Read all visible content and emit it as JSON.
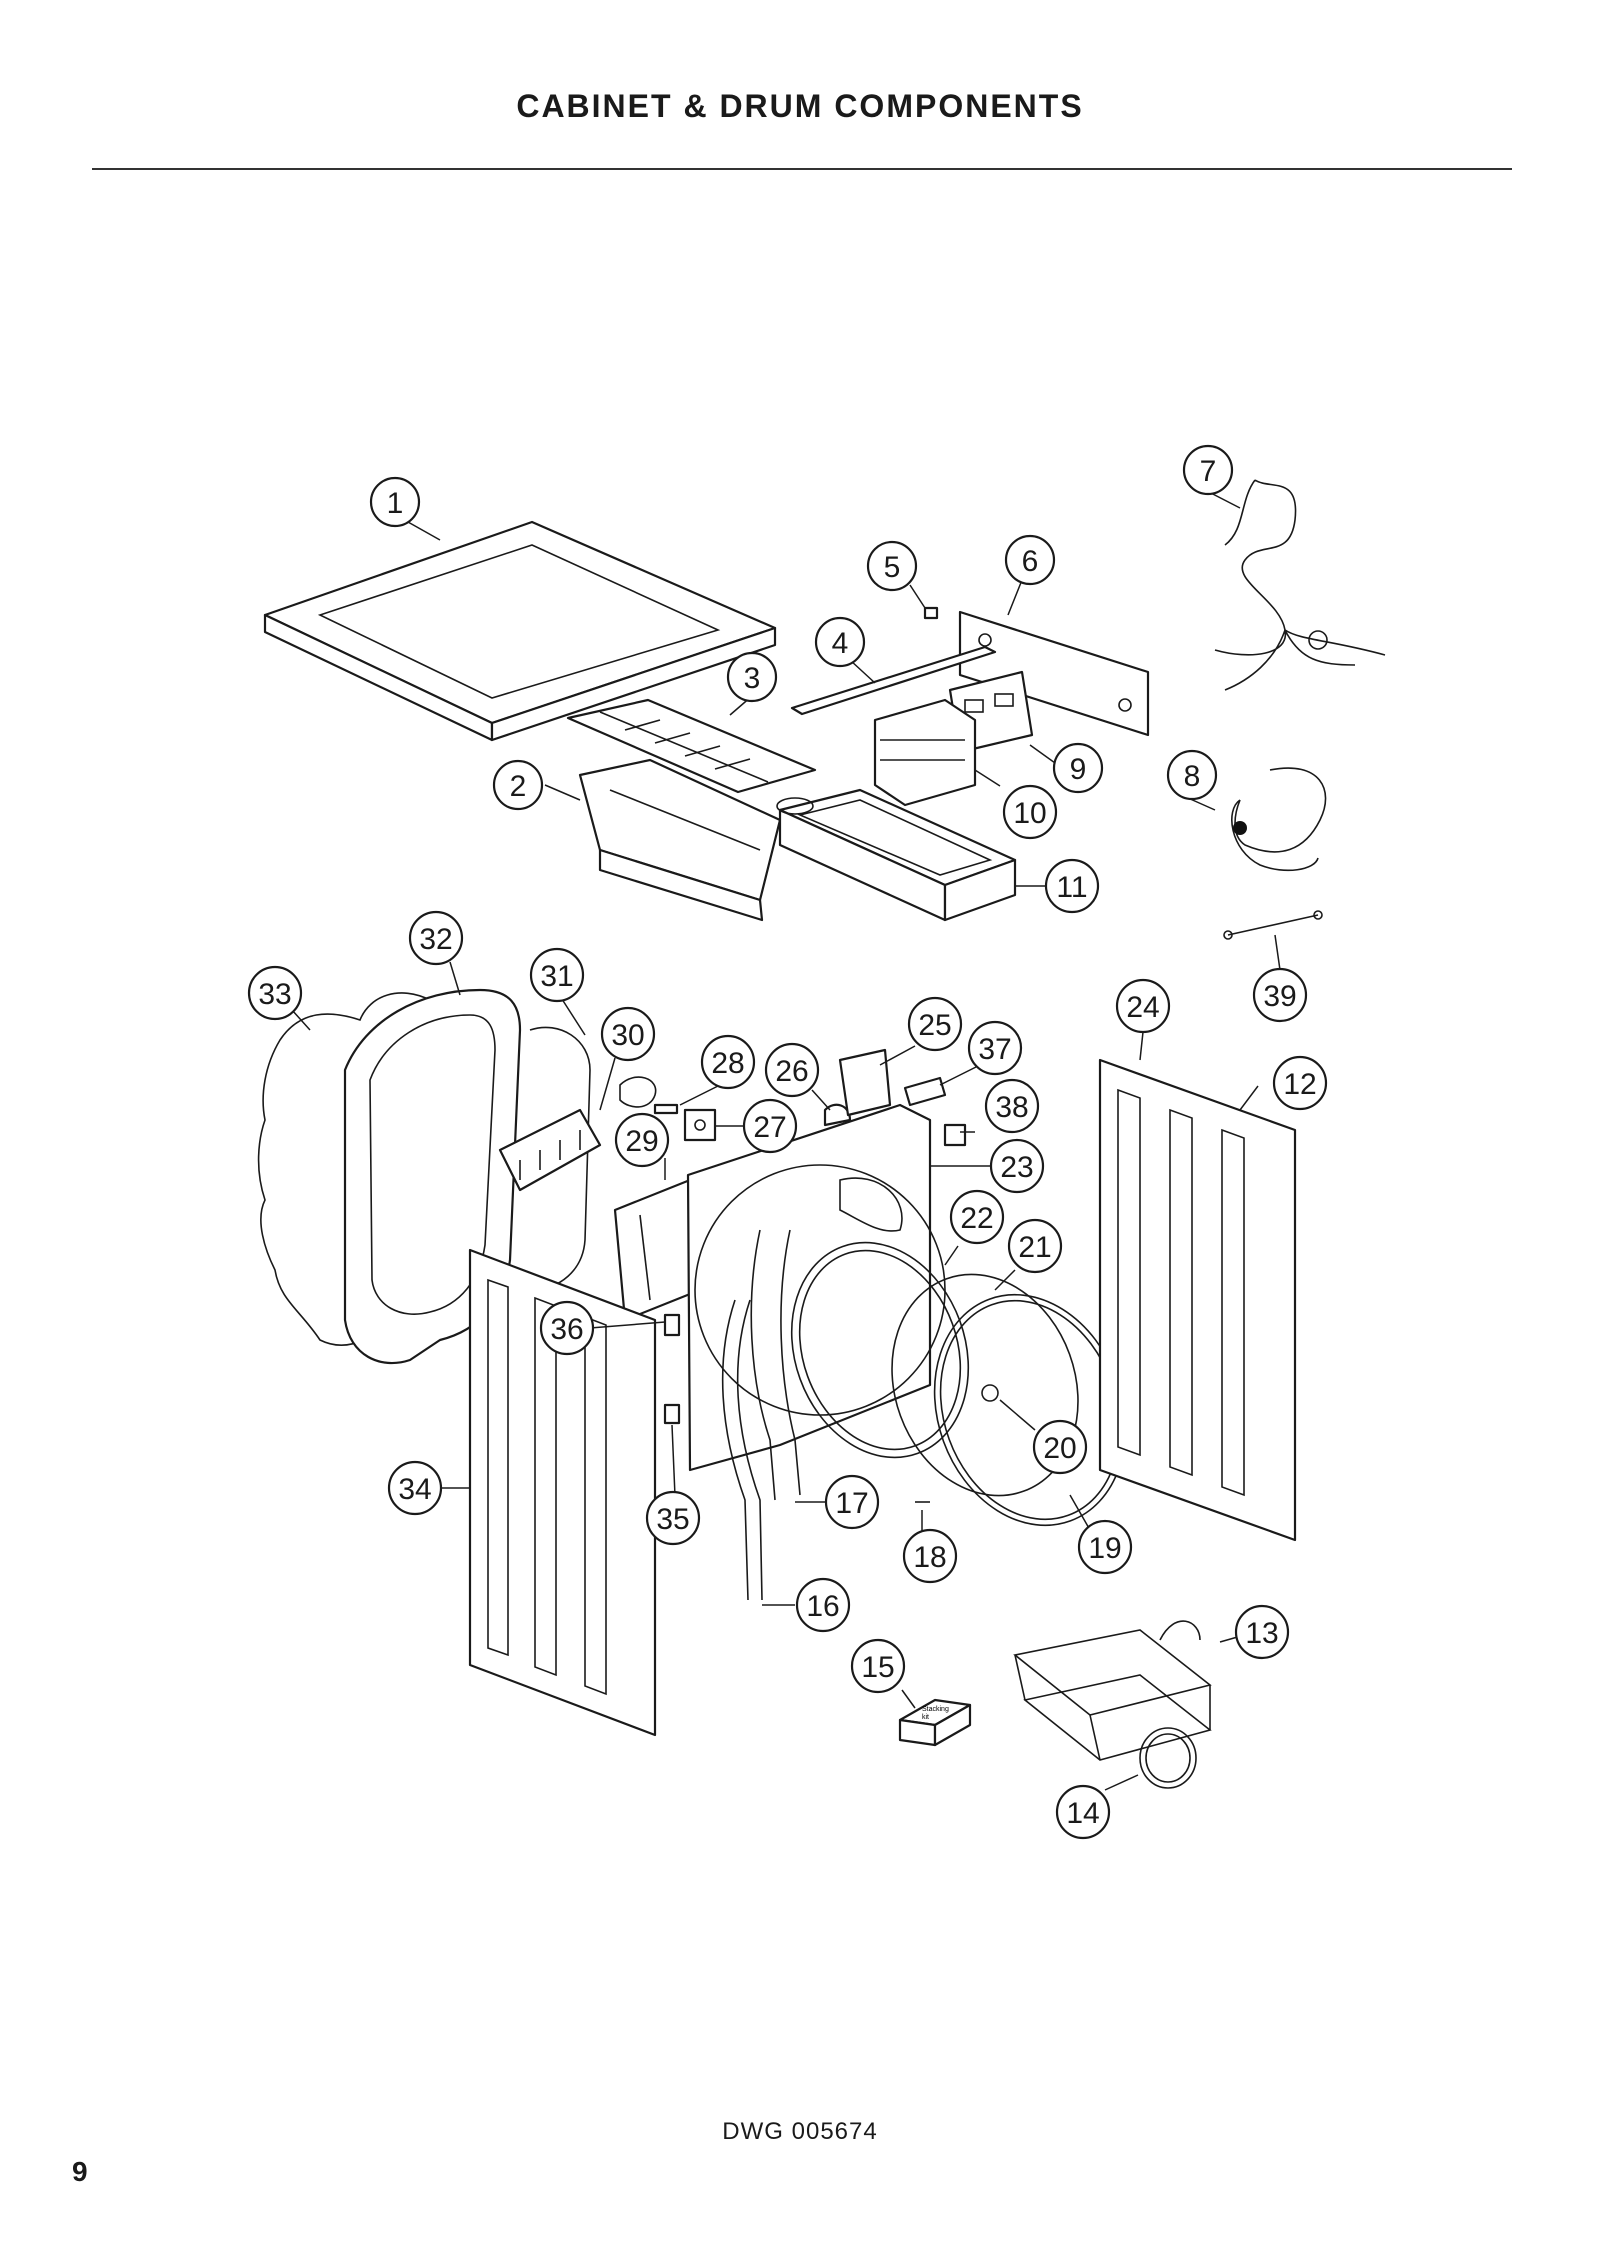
{
  "page": {
    "title": "CABINET & DRUM COMPONENTS",
    "drawing_number": "DWG 005674",
    "page_number": "9"
  },
  "diagram": {
    "callouts": [
      "1",
      "2",
      "3",
      "4",
      "5",
      "6",
      "7",
      "8",
      "9",
      "10",
      "11",
      "12",
      "13",
      "14",
      "15",
      "16",
      "17",
      "18",
      "19",
      "20",
      "21",
      "22",
      "23",
      "24",
      "25",
      "26",
      "27",
      "28",
      "29",
      "30",
      "31",
      "32",
      "33",
      "34",
      "35",
      "36",
      "37",
      "38",
      "39"
    ],
    "stacking_kit_label": [
      "Stacking",
      "kit"
    ]
  }
}
